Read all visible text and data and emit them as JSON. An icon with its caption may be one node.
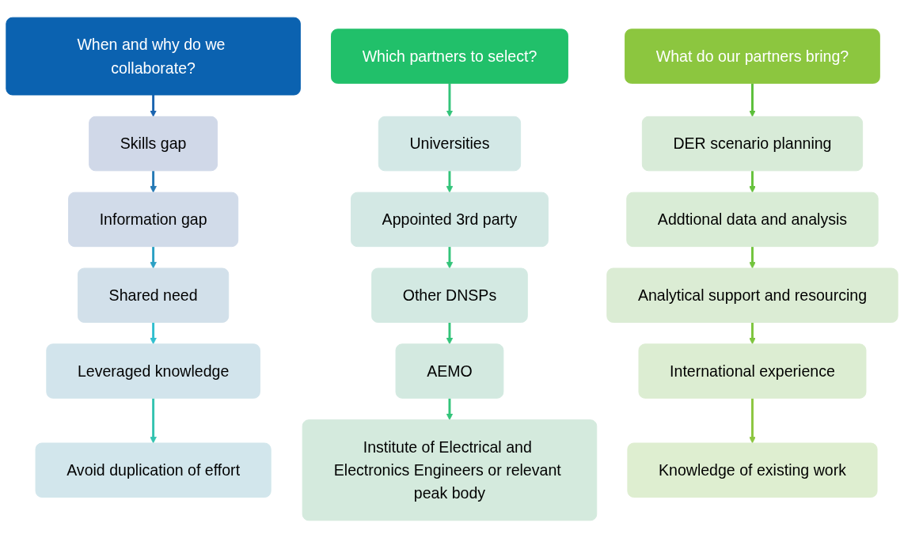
{
  "diagram": {
    "nodes": [
      {
        "text": [
          "When and why do we collaborate?"
        ]
      },
      {
        "text": [
          "Skills gap"
        ]
      },
      {
        "text": [
          "Information gap"
        ]
      },
      {
        "text": [
          "Shared need"
        ]
      },
      {
        "text": [
          "Leveraged knowledge"
        ]
      },
      {
        "text": [
          "Avoid duplication of effort"
        ]
      },
      {
        "text": [
          "Which partners to select?"
        ]
      },
      {
        "text": [
          "Universities"
        ]
      },
      {
        "text": [
          "Appointed 3rd party"
        ]
      },
      {
        "text": [
          "Other DNSPs"
        ]
      },
      {
        "text": [
          "AEMO"
        ]
      },
      {
        "text": [
          "Institute of Electrical and Electronics Engineers or relevant peak body"
        ]
      },
      {
        "text": [
          "What do our partners bring?"
        ]
      },
      {
        "text": [
          "DER scenario planning"
        ]
      },
      {
        "text": [
          "Addtional data and analysis"
        ]
      },
      {
        "text": [
          "Analytical support and resourcing"
        ]
      },
      {
        "text": [
          "International experience"
        ]
      },
      {
        "text": [
          "Knowledge of existing work"
        ]
      }
    ],
    "edges": [
      {
        "from": 0,
        "to": 1,
        "arrow": "to",
        "color": "#1a64b0"
      },
      {
        "from": 1,
        "to": 2,
        "arrow": "to",
        "color": "#2579b5"
      },
      {
        "from": 2,
        "to": 3,
        "arrow": "to",
        "color": "#2aa0c4"
      },
      {
        "from": 3,
        "to": 4,
        "arrow": "to",
        "color": "#30bfcf"
      },
      {
        "from": 4,
        "to": 5,
        "arrow": "to",
        "color": "#33c3b0"
      },
      {
        "from": 6,
        "to": 7,
        "arrow": "to",
        "color": "#33c47a"
      },
      {
        "from": 7,
        "to": 8,
        "arrow": "to",
        "color": "#33c47a"
      },
      {
        "from": 8,
        "to": 9,
        "arrow": "to",
        "color": "#33c47a"
      },
      {
        "from": 9,
        "to": 10,
        "arrow": "to",
        "color": "#33c47a"
      },
      {
        "from": 10,
        "to": 11,
        "arrow": "to",
        "color": "#33c47a"
      },
      {
        "from": 12,
        "to": 13,
        "arrow": "to",
        "color": "#5cbf3a"
      },
      {
        "from": 13,
        "to": 14,
        "arrow": "to",
        "color": "#66c23c"
      },
      {
        "from": 14,
        "to": 15,
        "arrow": "to",
        "color": "#72c43d"
      },
      {
        "from": 15,
        "to": 16,
        "arrow": "to",
        "color": "#7ec53e"
      },
      {
        "from": 16,
        "to": 17,
        "arrow": "to",
        "color": "#8cc63f"
      }
    ]
  }
}
